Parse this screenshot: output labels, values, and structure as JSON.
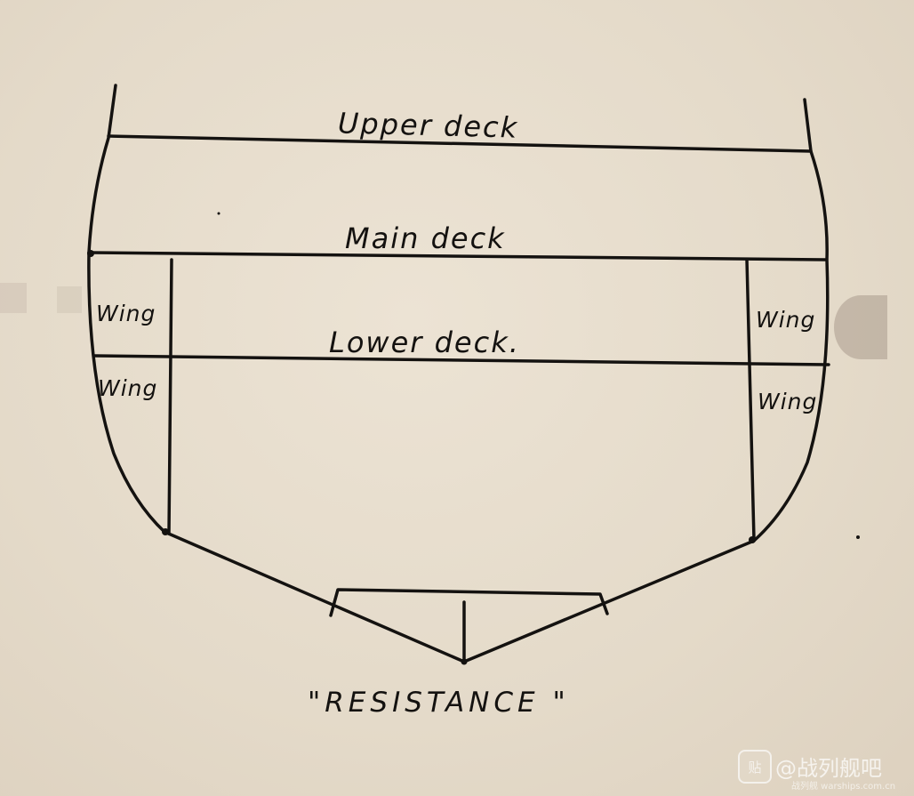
{
  "labels": {
    "upper_deck": "Upper deck",
    "main_deck": "Main deck",
    "lower_deck": "Lower deck.",
    "wing": "Wing"
  },
  "title": "\"RESISTANCE \"",
  "watermark": {
    "badge": "贴",
    "name": "@战列舰吧",
    "sub": "战列舰 warships.com.cn"
  },
  "colors": {
    "paper": "#e6dccc",
    "ink": "#141210",
    "watermark": "#f6f3ee"
  }
}
